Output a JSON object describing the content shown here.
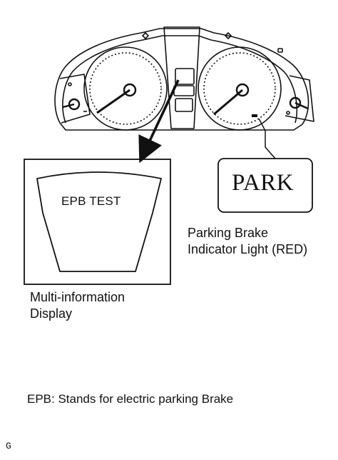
{
  "diagram": {
    "display_text": "EPB  TEST",
    "indicator_text": "PARK",
    "indicator_label": {
      "line1": "Parking Brake",
      "line2": "Indicator Light (RED)"
    },
    "display_label": {
      "line1": "Multi-information",
      "line2": "Display"
    },
    "footnote": "EPB: Stands for electric parking Brake",
    "figure_code": "G"
  }
}
